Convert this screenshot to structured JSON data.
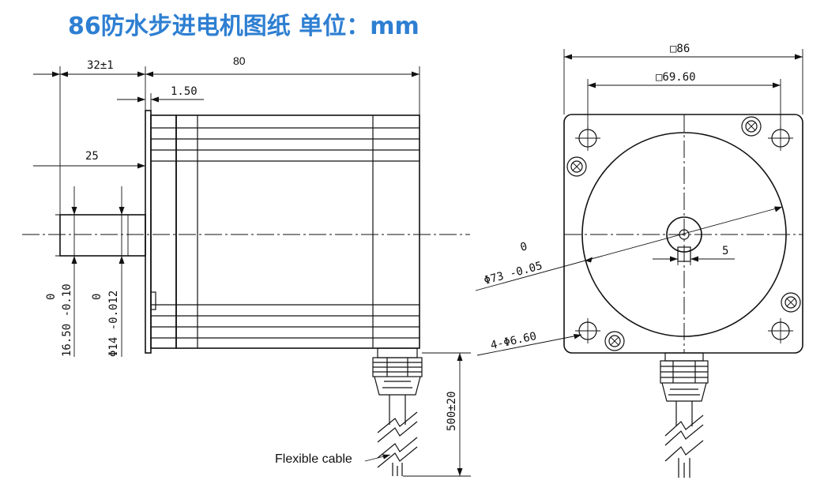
{
  "title": "86防水步进电机图纸  单位：mm",
  "side_view": {
    "dim_shaft_total": "32±1",
    "dim_body_length": "80",
    "dim_flange": "1.50",
    "dim_shaft_length": "25",
    "dim_shaft_diameter_tol_top": "0",
    "dim_shaft_diameter": "Φ14 -0.012",
    "dim_flat_tol_top": "0",
    "dim_flat": "16.50 -0.10",
    "dim_cable_length": "500±20",
    "cable_label": "Flexible cable"
  },
  "front_view": {
    "dim_square": "□86",
    "dim_hole_pitch": "□69.60",
    "dim_pilot_tol_top": "0",
    "dim_pilot": "Φ73 -0.05",
    "dim_flat_width": "5",
    "dim_holes": "4-Φ6.60"
  }
}
